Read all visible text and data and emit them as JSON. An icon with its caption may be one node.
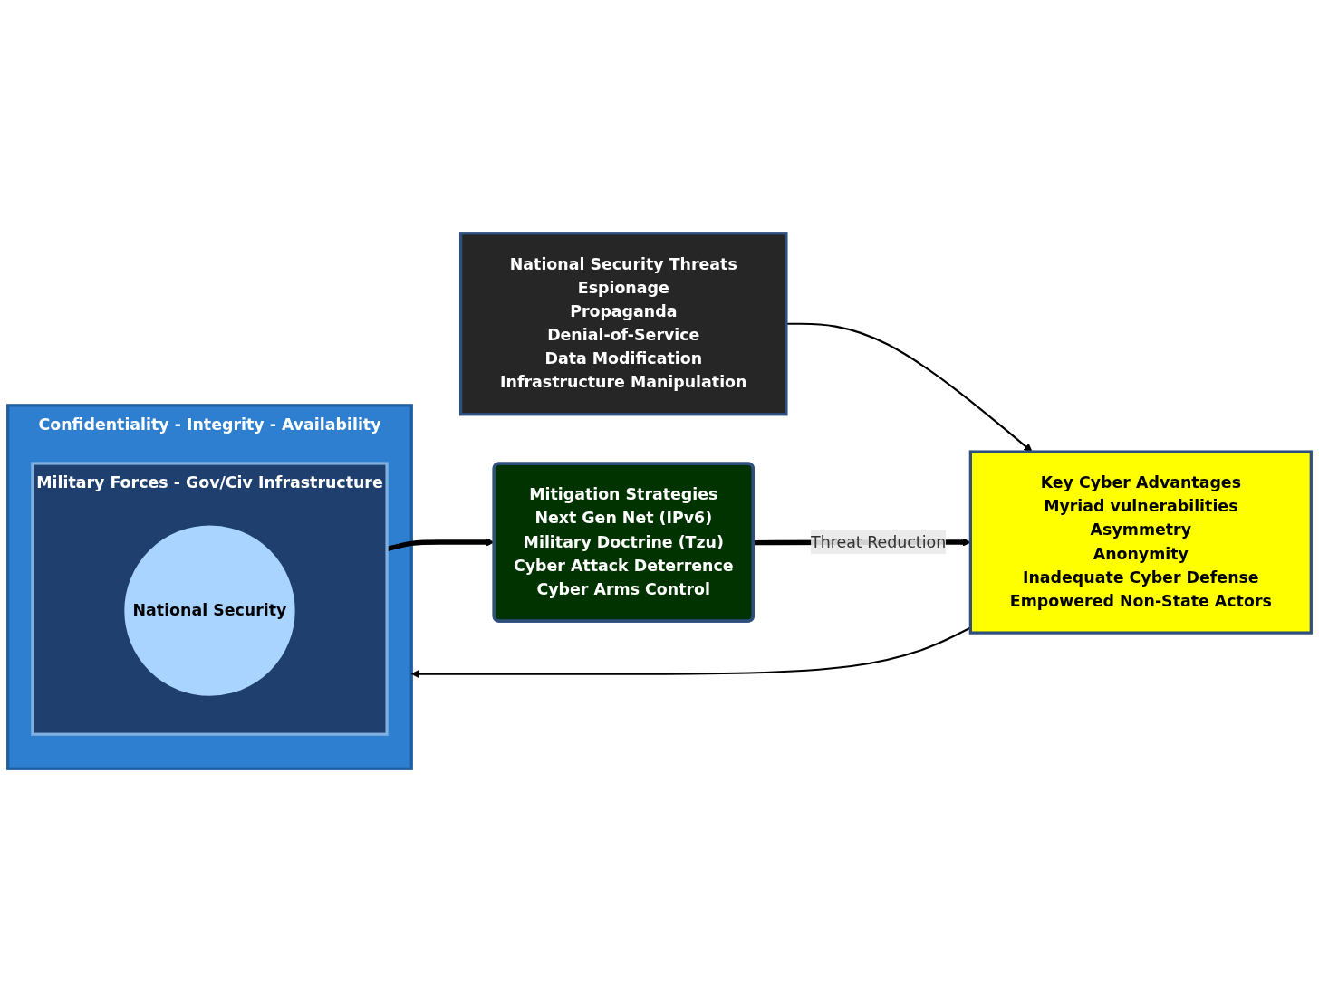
{
  "diagram": {
    "nodes": [
      {
        "text": [
          "National Security Threats",
          "Espionage",
          "Propaganda",
          "Denial-of-Service",
          "Data Modification",
          "Infrastructure Manipulation"
        ]
      },
      {
        "text": [
          "Key Cyber Advantages",
          "Myriad vulnerabilities",
          "Asymmetry",
          "Anonymity",
          "Inadequate Cyber Defense",
          "Empowered Non-State Actors"
        ]
      },
      {
        "text": [
          "Confidentiality - Integrity - Availability"
        ]
      },
      {
        "text": [
          "Military Forces - Gov/Civ Infrastructure"
        ],
        "in": 2
      },
      {
        "text": [
          "National Security"
        ],
        "in": 3
      },
      {
        "text": [
          "Mitigation Strategies",
          "Next Gen Net (IPv6)",
          "Military Doctrine (Tzu)",
          "Cyber Attack Deterrence",
          "Cyber Arms Control"
        ]
      }
    ],
    "edges": [
      {
        "from": 0,
        "to": 1,
        "arrow": "to"
      },
      {
        "from": 1,
        "to": 2,
        "arrow": "to"
      },
      {
        "from": 3,
        "to": 5,
        "arrow": "to",
        "style": "thick"
      },
      {
        "from": 5,
        "to": 1,
        "label": "Threat Reduction",
        "arrow": "to",
        "style": "thick"
      }
    ]
  }
}
